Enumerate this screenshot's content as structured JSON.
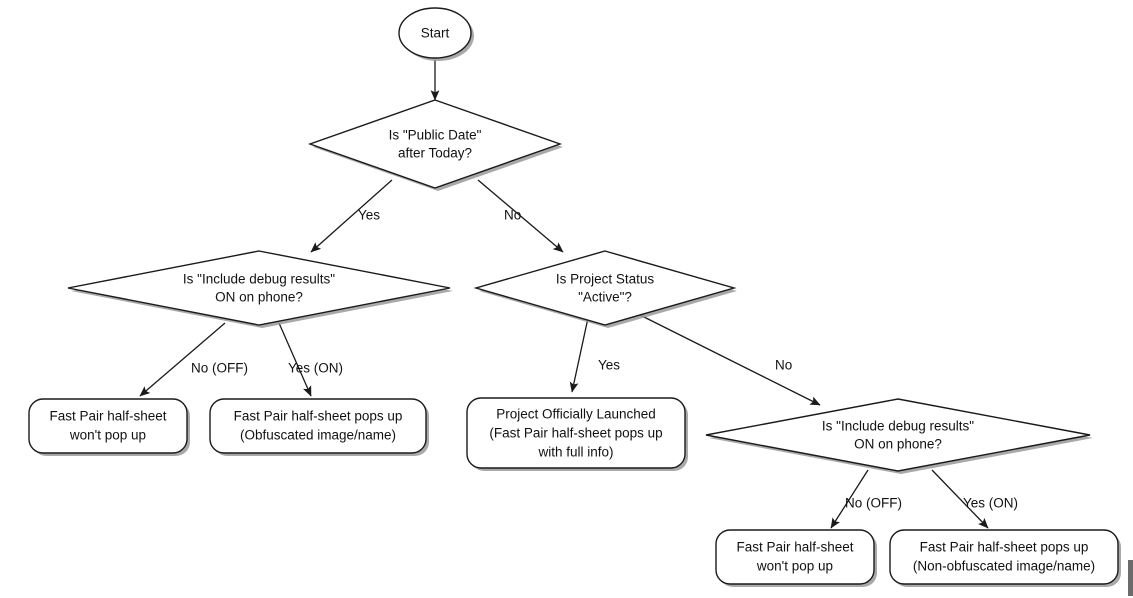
{
  "diagram": {
    "title": "Fast Pair half-sheet visibility decision flow",
    "background_color": "#ffffff",
    "stroke_color": "#1a1a1a",
    "shadow_color": "#9a9a9a",
    "text_color": "#111111"
  },
  "nodes": {
    "start": {
      "label": "Start",
      "shape": "ellipse"
    },
    "decision_public_date": {
      "shape": "diamond",
      "line1": "Is \"Public Date\"",
      "line2": "after Today?"
    },
    "decision_debug_left": {
      "shape": "diamond",
      "line1": "Is \"Include debug results\"",
      "line2": "ON on phone?"
    },
    "decision_project_status": {
      "shape": "diamond",
      "line1": "Is Project Status",
      "line2": "\"Active\"?"
    },
    "decision_debug_right": {
      "shape": "diamond",
      "line1": "Is \"Include debug results\"",
      "line2": "ON on phone?"
    },
    "result_left_off": {
      "shape": "rounded-rect",
      "line1": "Fast Pair half-sheet",
      "line2": "won't pop up"
    },
    "result_left_on": {
      "shape": "rounded-rect",
      "line1": "Fast Pair half-sheet pops up",
      "line2": "(Obfuscated image/name)"
    },
    "result_launched": {
      "shape": "rounded-rect",
      "line1": "Project Officially Launched",
      "line2": "(Fast Pair half-sheet pops up",
      "line3": "with full info)"
    },
    "result_right_off": {
      "shape": "rounded-rect",
      "line1": "Fast Pair half-sheet",
      "line2": "won't pop up"
    },
    "result_right_on": {
      "shape": "rounded-rect",
      "line1": "Fast Pair half-sheet pops up",
      "line2": "(Non-obfuscated image/name)"
    }
  },
  "edge_labels": {
    "public_date_yes": "Yes",
    "public_date_no": "No",
    "debug_left_off": "No (OFF)",
    "debug_left_on": "Yes (ON)",
    "project_status_yes": "Yes",
    "project_status_no": "No",
    "debug_right_off": "No (OFF)",
    "debug_right_on": "Yes (ON)"
  }
}
